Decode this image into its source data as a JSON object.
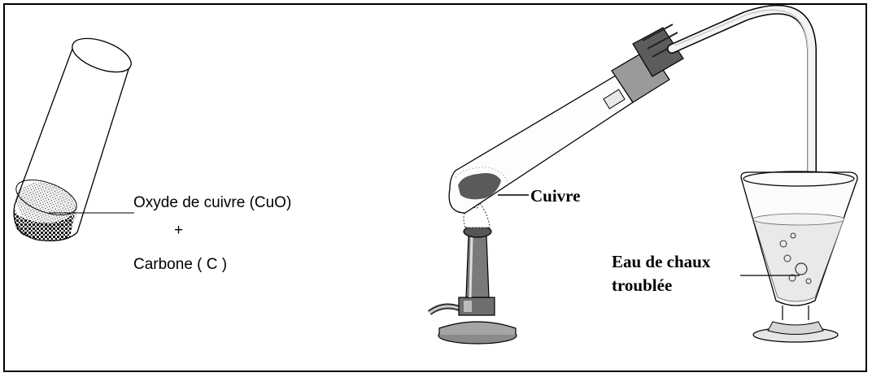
{
  "left_labels": {
    "reagent_1": "Oxyde de cuivre (CuO)",
    "plus": "+",
    "reagent_2": "Carbone ( C )"
  },
  "right_labels": {
    "product": "Cuivre",
    "limewater_line1": "Eau de chaux",
    "limewater_line2": "troublée"
  },
  "colors": {
    "stroke": "#000000",
    "background": "#ffffff",
    "metal_gray": "#7a7a7a"
  }
}
